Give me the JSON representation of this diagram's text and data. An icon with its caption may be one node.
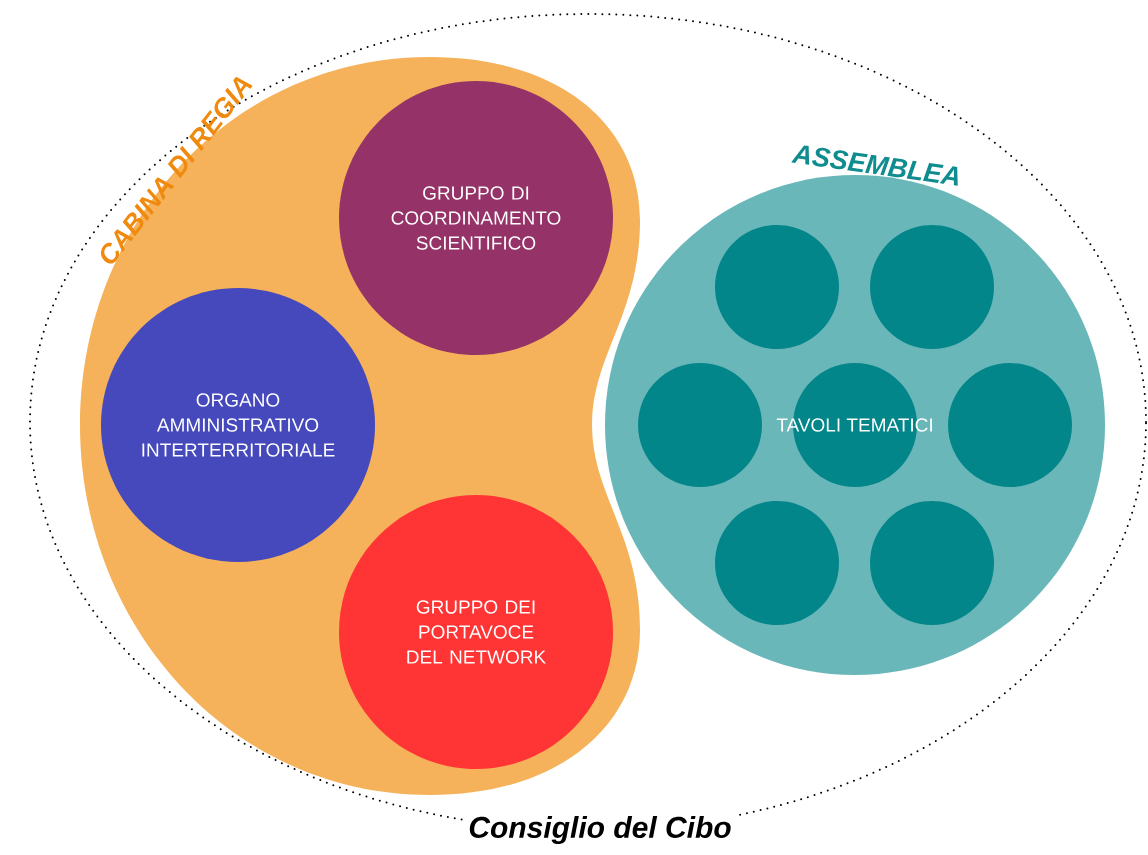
{
  "diagram": {
    "nodes": [
      {
        "text": [
          "Consiglio del Cibo"
        ]
      },
      {
        "text": [
          "CABINA DI REGIA"
        ],
        "in": 0
      },
      {
        "text": [
          "GRUPPO DI COORDINAMENTO SCIENTIFICO"
        ],
        "in": 1
      },
      {
        "text": [
          "ORGANO AMMINISTRATIVO INTERTERRITORIALE"
        ],
        "in": 1
      },
      {
        "text": [
          "GRUPPO DEI PORTAVOCE DEL NETWORK"
        ],
        "in": 1
      },
      {
        "text": [
          "ASSEMBLEA"
        ],
        "in": 0
      },
      {
        "text": [],
        "shape": "circle",
        "in": 5
      },
      {
        "text": [],
        "shape": "circle",
        "in": 5
      },
      {
        "text": [],
        "shape": "circle",
        "in": 5
      },
      {
        "text": [
          "TAVOLI TEMATICI"
        ],
        "in": 5
      },
      {
        "text": [],
        "shape": "circle",
        "in": 5
      },
      {
        "text": [],
        "shape": "circle",
        "in": 5
      },
      {
        "text": [],
        "shape": "circle",
        "in": 5
      }
    ]
  }
}
